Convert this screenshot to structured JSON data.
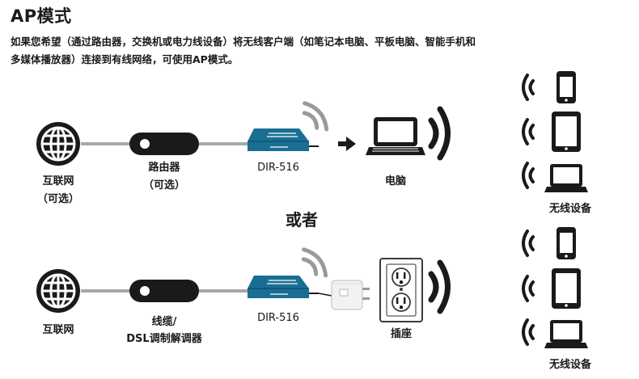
{
  "title": "AP模式",
  "description_line1": "如果您希望（通过路由器，交换机或电力线设备）将无线客户端（如笔记本电脑、平板电脑、智能手机和",
  "description_line2": "多媒体播放器）连接到有线网络，可使用AP模式。",
  "separator": "或者",
  "top_row": {
    "internet": "互联网",
    "internet_optional": "（可选）",
    "router": "路由器",
    "router_optional": "（可选）",
    "ap_model": "DIR-516",
    "client": "电脑"
  },
  "bottom_row": {
    "internet": "互联网",
    "modem_line1": "线缆/",
    "modem_line2": "DSL调制解调器",
    "ap_model": "DIR-516",
    "power": "插座"
  },
  "wireless_devices_label_top": "无线设备",
  "wireless_devices_label_bottom": "无线设备",
  "colors": {
    "ap_blue": "#1a6e93",
    "cable_gray": "#a8a8a8",
    "dark": "#1a1a1a"
  },
  "icons": [
    "globe-icon",
    "router-icon",
    "access-point-icon",
    "laptop-icon",
    "phone-icon",
    "tablet-icon",
    "power-adapter-icon",
    "wall-outlet-icon",
    "wifi-signal-icon",
    "arrow-right-icon"
  ]
}
